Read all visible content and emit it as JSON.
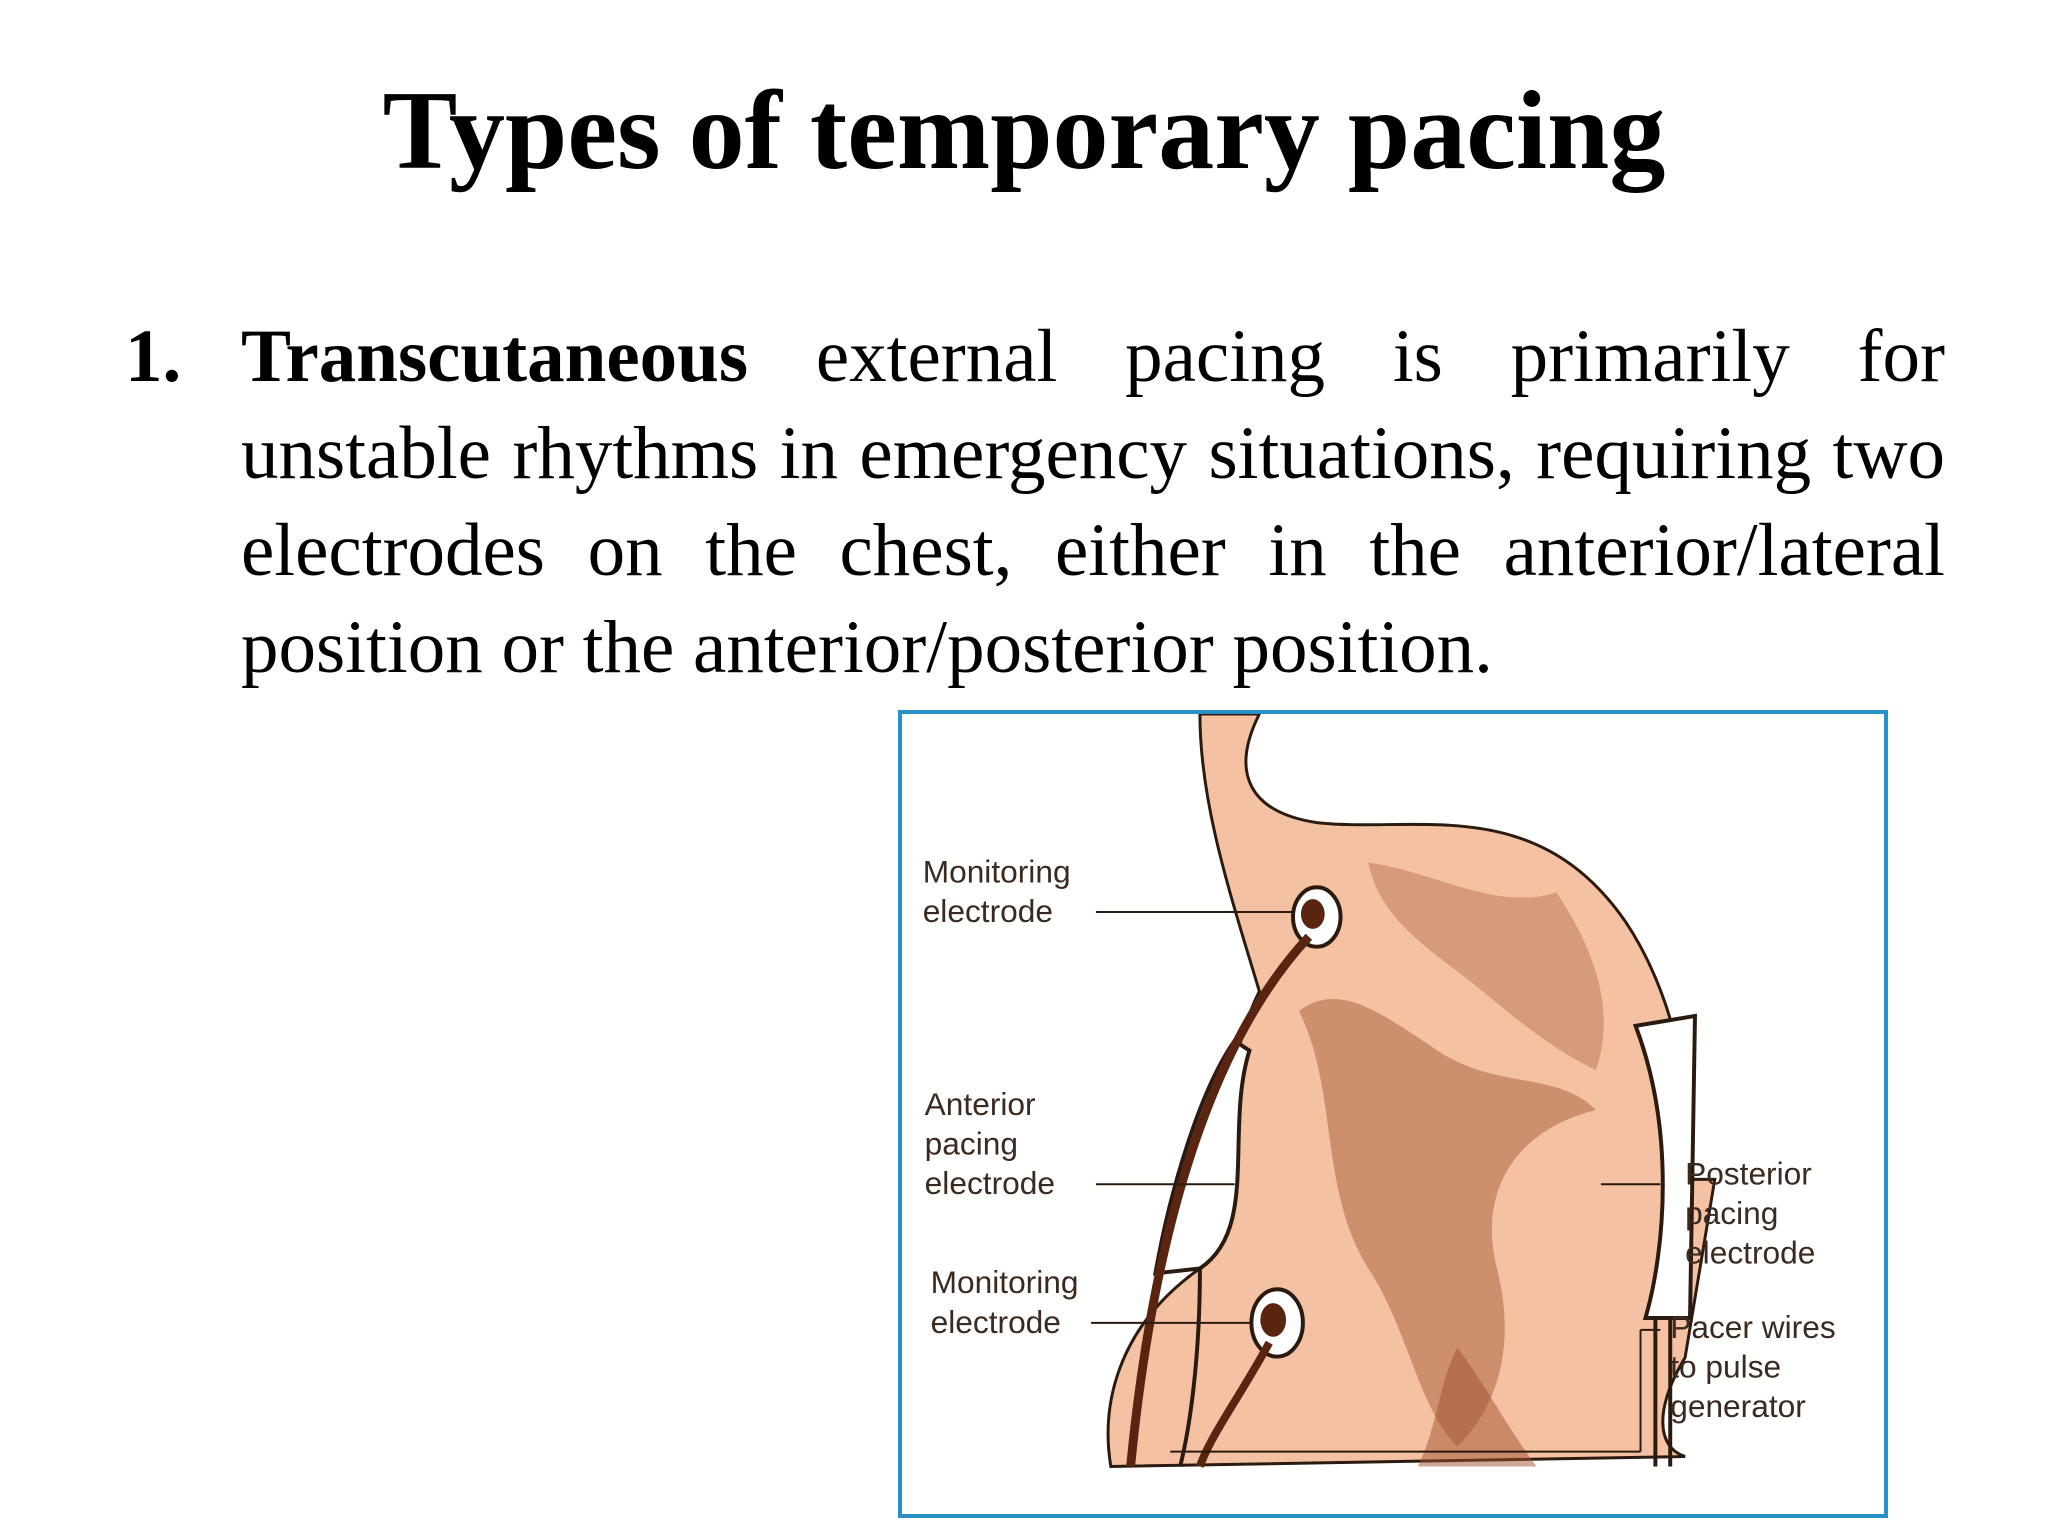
{
  "title": "Types of temporary pacing",
  "item": {
    "number": "1.",
    "bold_term": "Transcutaneous",
    "text": " external pacing is primarily for unstable rhythms in emergency situations, requiring two electrodes on the chest, either in the anterior/lateral position or the anterior/posterior position."
  },
  "figure": {
    "labels": {
      "monitoring_top_1": "Monitoring",
      "monitoring_top_2": "electrode",
      "anterior_1": "Anterior",
      "anterior_2": "pacing",
      "anterior_3": "electrode",
      "monitoring_bottom_1": "Monitoring",
      "monitoring_bottom_2": "electrode",
      "posterior_1": "Posterior",
      "posterior_2": "pacing",
      "posterior_3": "electrode",
      "pacer_1": "Pacer wires",
      "pacer_2": "to pulse",
      "pacer_3": "generator"
    },
    "colors": {
      "skin": "#f4c2a2",
      "shade": "#a0522d",
      "line": "#2b1a10",
      "border": "#2790c4"
    }
  }
}
